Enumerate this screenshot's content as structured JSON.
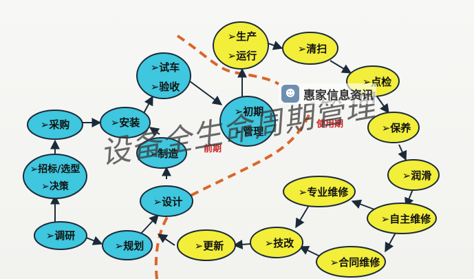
{
  "diagram": {
    "title": "设备全生命周期管理",
    "phases": {
      "early": "前期",
      "use": "使用期"
    },
    "nodes": {
      "research": "调研",
      "bidding_line1": "招标/选型",
      "bidding_line2": "决策",
      "procurement": "采购",
      "installation": "安装",
      "trial_line1": "试车",
      "trial_line2": "验收",
      "manufacturing": "制造",
      "design": "设计",
      "planning": "规划",
      "initial_line1": "初期",
      "initial_line2": "管理",
      "production_line1": "生产",
      "production_line2": "运行",
      "cleaning": "清扫",
      "inspection": "点检",
      "maintenance": "保养",
      "lubrication": "润滑",
      "autonomous_maintenance": "自主维修",
      "contract_maintenance": "合同维修",
      "professional_maintenance": "专业维修",
      "technical_improvement": "技改",
      "renewal": "更新"
    },
    "colors": {
      "blue_node": "#3ec7de",
      "yellow_node": "#f2ee3a",
      "node_border": "#1b2a3a",
      "dashed_line": "#d9662a",
      "phase_text": "#cc2222"
    }
  },
  "watermark": {
    "icon": "robot-face-icon",
    "text": "惠家信息资讯"
  }
}
